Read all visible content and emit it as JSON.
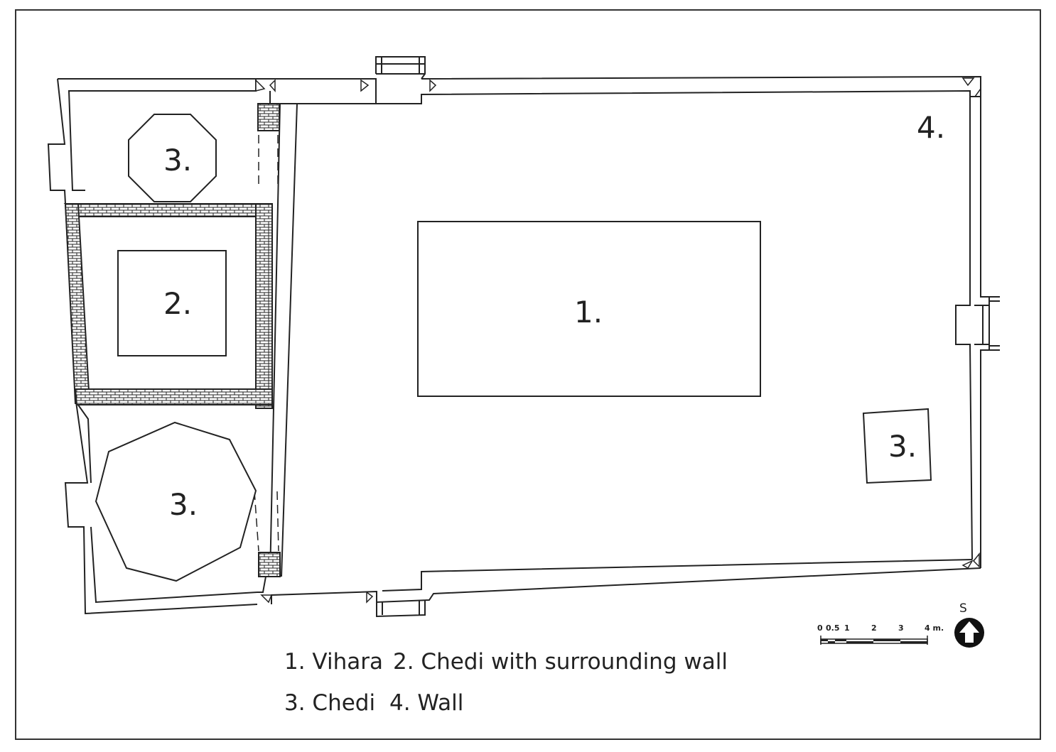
{
  "labels": {
    "vihara": "1.",
    "chedi_wall": "2.",
    "chedi_top": "3.",
    "chedi_bottom": "3.",
    "chedi_right": "3.",
    "wall": "4."
  },
  "legend": {
    "line1_a": "1. Vihara",
    "line1_b": "2. Chedi with surrounding wall",
    "line2_a": "3. Chedi",
    "line2_b": "4. Wall"
  },
  "scale_bar": {
    "ticks": [
      "0",
      "0.5",
      "1",
      "2",
      "3",
      "4 m."
    ]
  },
  "north_arrow": {
    "label": "S"
  },
  "colors": {
    "ink": "#222222",
    "border": "#333333",
    "background": "#ffffff"
  }
}
